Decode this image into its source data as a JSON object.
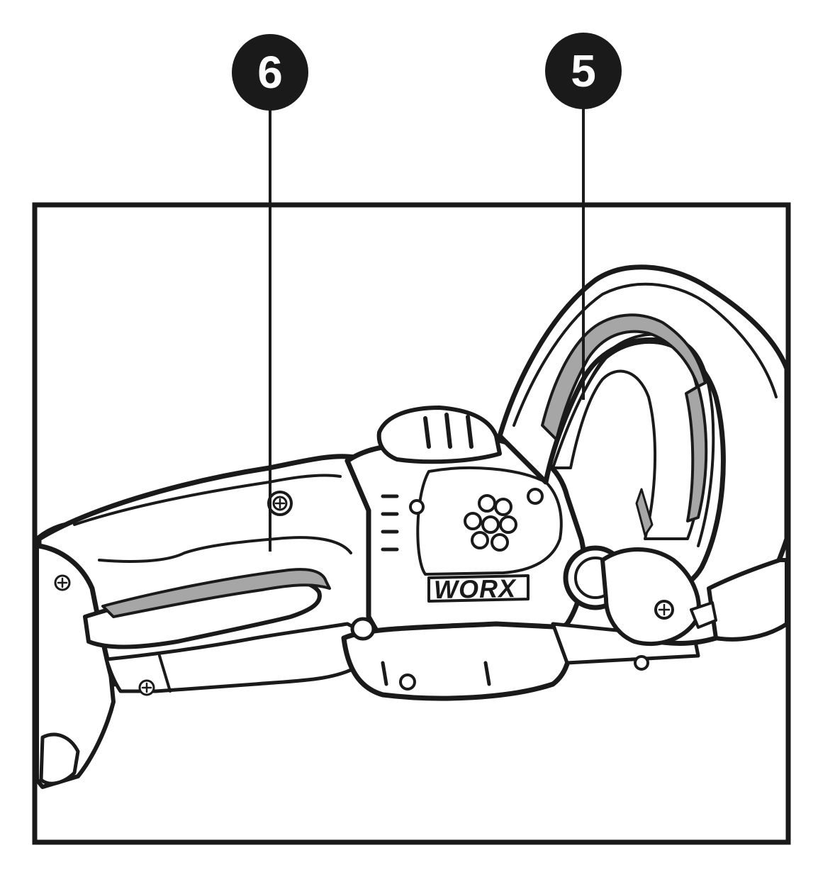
{
  "callouts": [
    {
      "id": "callout-6",
      "label": "6",
      "part": "rear-handle-grip"
    },
    {
      "id": "callout-5",
      "label": "5",
      "part": "front-handle-grip"
    }
  ],
  "brand": {
    "logo_text": "WORX"
  },
  "colors": {
    "outline": "#1a1a1a",
    "grip_gray": "#a6a6a6",
    "body": "#ffffff",
    "badge": "#1a1a1a"
  }
}
